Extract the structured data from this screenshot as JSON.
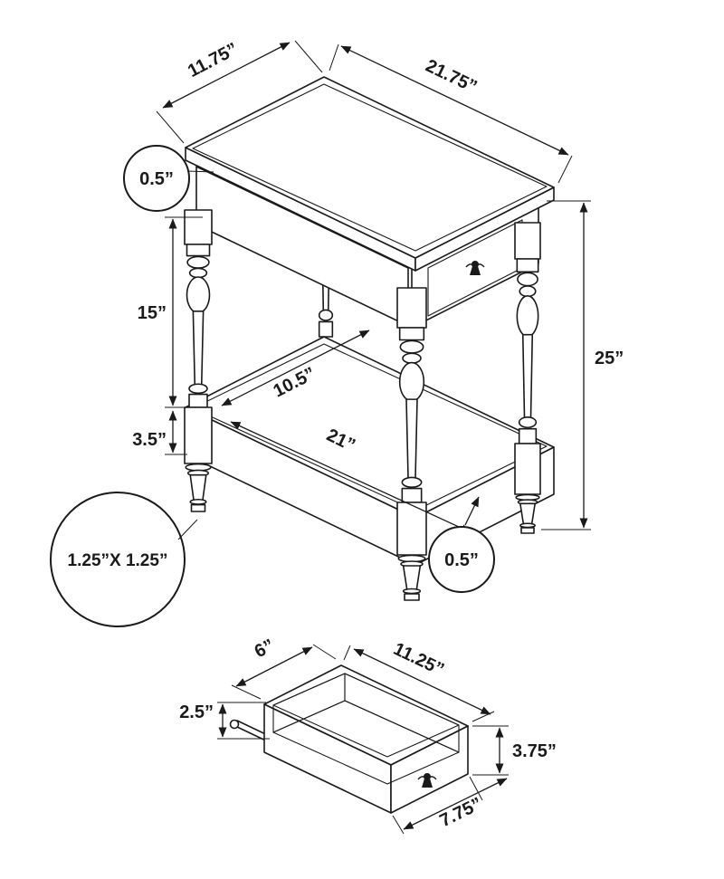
{
  "page": {
    "background": "#ffffff",
    "line_color": "#1a1a1a"
  },
  "table_diagram": {
    "labels": {
      "top_depth": "11.75”",
      "top_width": "21.75”",
      "top_thickness": "0.5”",
      "leg_height": "15”",
      "overall_height": "25”",
      "shelf_depth": "10.5”",
      "shelf_width": "21”",
      "shelf_apron_height": "3.5”",
      "leg_cross_section": "1.25”X 1.25”",
      "shelf_thickness": "0.5”"
    }
  },
  "drawer_diagram": {
    "labels": {
      "inner_depth": "6”",
      "outer_length": "11.25”",
      "inner_height": "2.5”",
      "front_height": "3.75”",
      "front_width": "7.75”"
    }
  }
}
